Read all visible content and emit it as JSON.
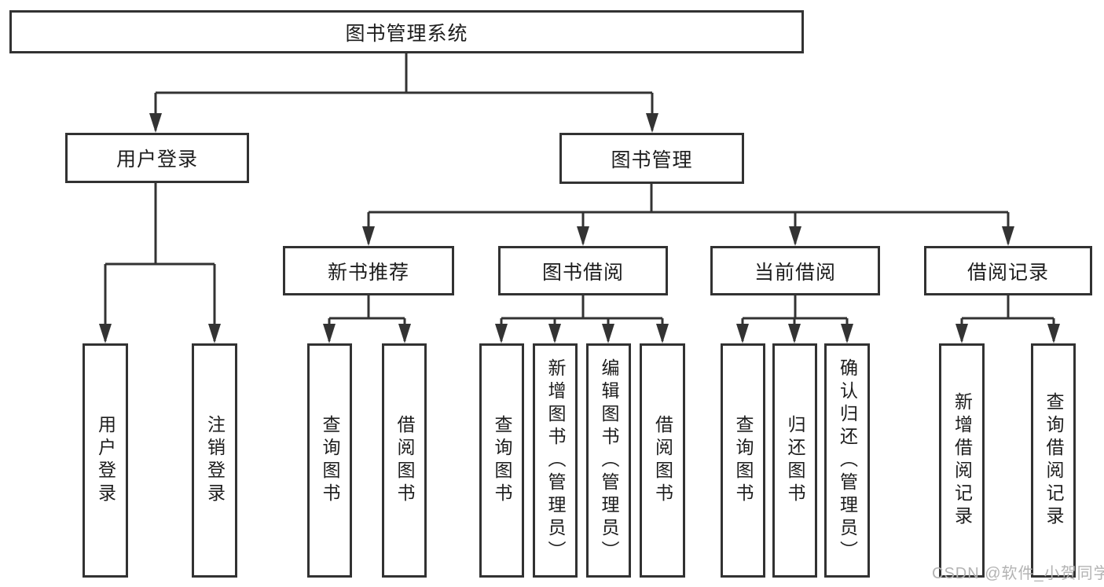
{
  "diagram": {
    "root": {
      "label": "图书管理系统"
    },
    "branches": [
      {
        "label": "用户登录",
        "children": [
          {
            "label": "用户登录"
          },
          {
            "label": "注销登录"
          }
        ]
      },
      {
        "label": "图书管理",
        "sections": [
          {
            "label": "新书推荐",
            "children": [
              {
                "label": "查询图书"
              },
              {
                "label": "借阅图书"
              }
            ]
          },
          {
            "label": "图书借阅",
            "children": [
              {
                "label": "查询图书"
              },
              {
                "label": "新增图书（管理员）"
              },
              {
                "label": "编辑图书（管理员）"
              },
              {
                "label": "借阅图书"
              }
            ]
          },
          {
            "label": "当前借阅",
            "children": [
              {
                "label": "查询图书"
              },
              {
                "label": "归还图书"
              },
              {
                "label": "确认归还（管理员）"
              }
            ]
          },
          {
            "label": "借阅记录",
            "children": [
              {
                "label": "新增借阅记录"
              },
              {
                "label": "查询借阅记录"
              }
            ]
          }
        ]
      }
    ]
  },
  "colors": {
    "line": "#333333",
    "box_border": "#323232",
    "text": "#1d1d1d",
    "watermark": "#b3b3b3"
  },
  "watermark": {
    "text": "CSDN @软件_小贺同学"
  }
}
